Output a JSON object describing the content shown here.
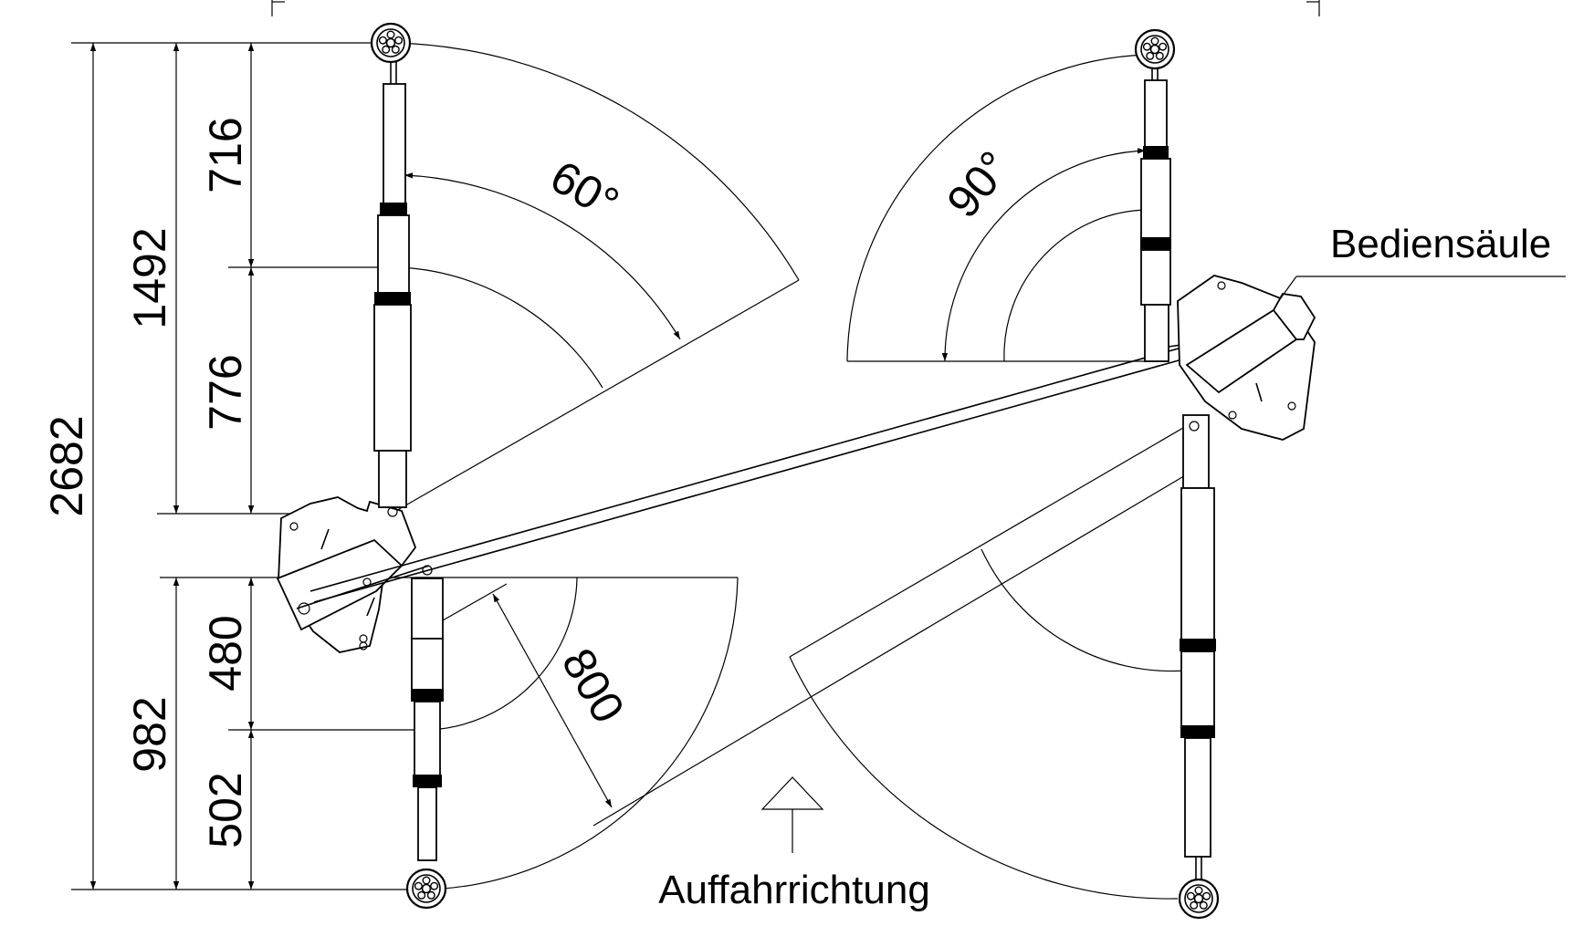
{
  "dimensions": {
    "total": "2682",
    "upper_span": "1492",
    "upper_top": "716",
    "upper_bottom": "776",
    "lower_span": "982",
    "lower_top": "480",
    "lower_bottom": "502",
    "reach": "800"
  },
  "angles": {
    "left_arm": "60°",
    "right_arm": "90°"
  },
  "labels": {
    "control_column": "Bediensäule",
    "drive_direction": "Auffahrrichtung"
  }
}
